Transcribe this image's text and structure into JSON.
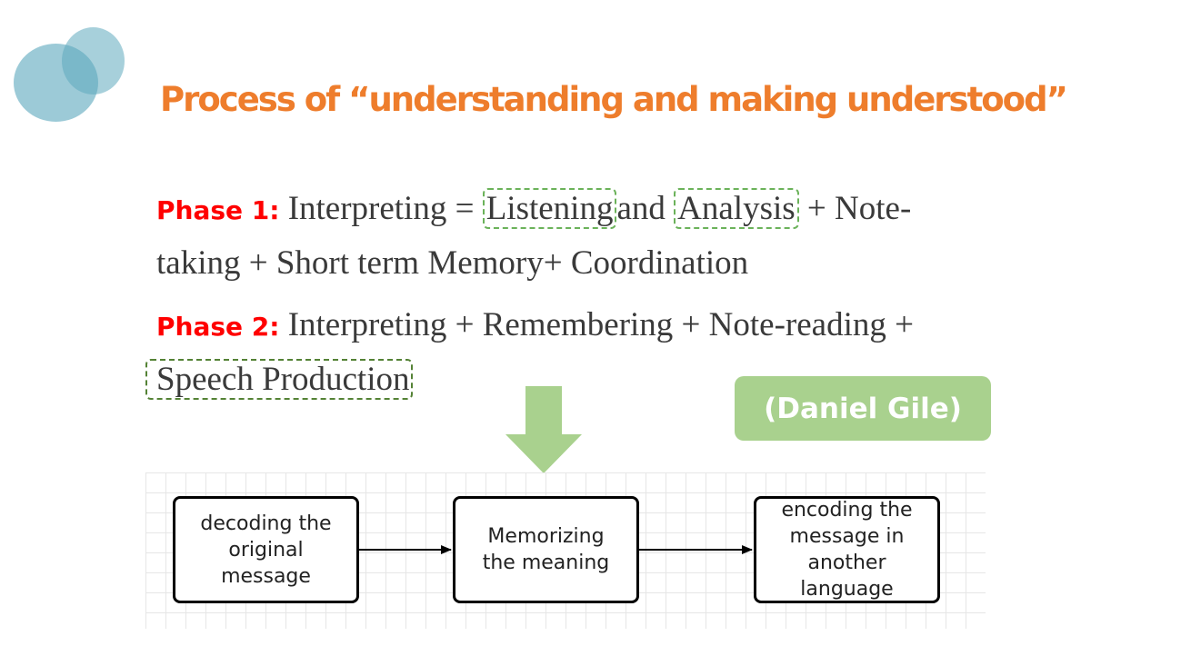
{
  "title": "Process of “understanding and making understood”",
  "phase1": {
    "label": "Phase 1:",
    "pre": " Interpreting = ",
    "listening": "Listening",
    "mid": "and ",
    "analysis": "Analysis",
    "post": " + Note-",
    "line2": "taking + Short term Memory+ Coordination"
  },
  "phase2": {
    "label": "Phase 2:",
    "text": " Interpreting + Remembering + Note-reading +",
    "speech": "Speech Production"
  },
  "citation": "(Daniel Gile)",
  "colors": {
    "title": "#ee7d2c",
    "phase_label": "#ff0000",
    "highlight_light": "#6bb25a",
    "highlight_dark": "#548235",
    "arrow": "#a9d18e",
    "citation_bg": "#a9d18e",
    "deco_circles": "#5faabe"
  },
  "flow": {
    "nodes": [
      {
        "id": "decode",
        "label": "decoding the original message"
      },
      {
        "id": "memorize",
        "label": "Memorizing the meaning"
      },
      {
        "id": "encode",
        "label": "encoding the message in another language"
      }
    ],
    "edges": [
      {
        "from": "decode",
        "to": "memorize"
      },
      {
        "from": "memorize",
        "to": "encode"
      }
    ]
  }
}
